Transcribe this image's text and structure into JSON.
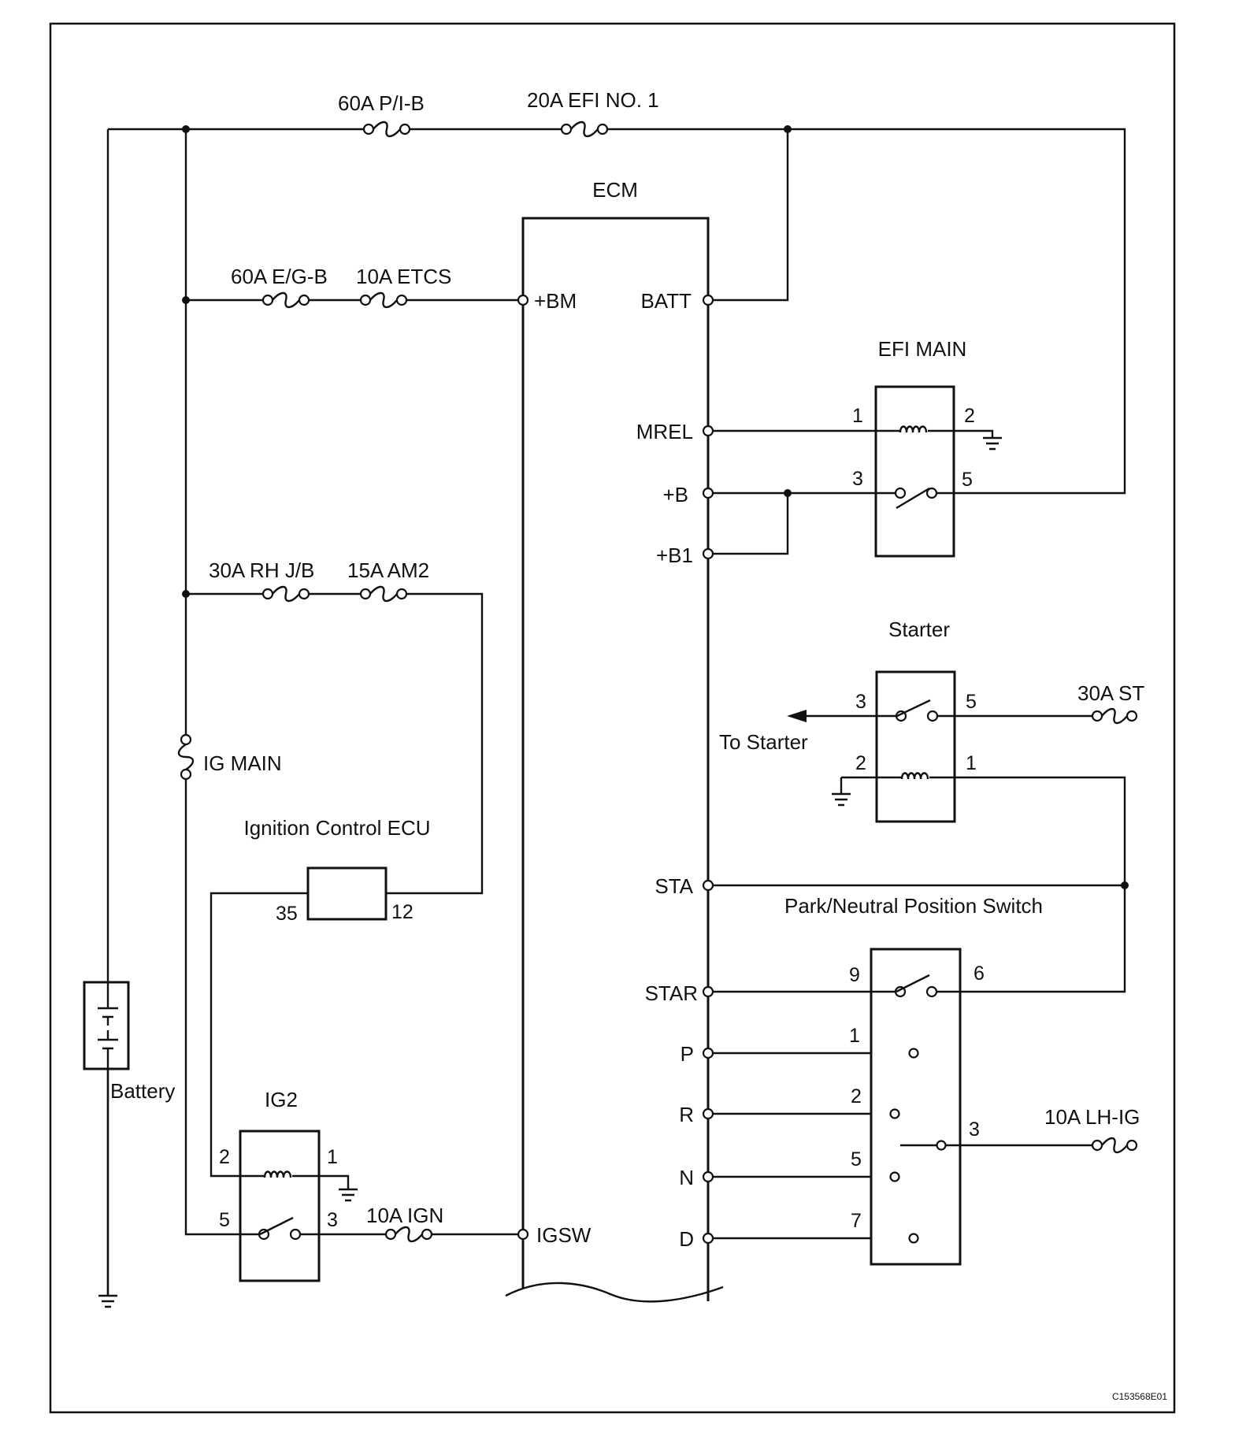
{
  "fuses": {
    "pib": "60A P/I-B",
    "efi1": "20A EFI NO. 1",
    "egb": "60A E/G-B",
    "etcs": "10A ETCS",
    "rhjb": "30A RH J/B",
    "am2": "15A AM2",
    "igmain": "IG MAIN",
    "ign": "10A IGN",
    "st": "30A ST",
    "lhig": "10A  LH-IG"
  },
  "ecm": {
    "title": "ECM",
    "pins": {
      "bm": "+BM",
      "batt": "BATT",
      "mrel": "MREL",
      "b": "+B",
      "b1": "+B1",
      "sta": "STA",
      "star": "STAR",
      "p": "P",
      "r": "R",
      "n": "N",
      "d": "D",
      "igsw": "IGSW"
    }
  },
  "efi_main": {
    "title": "EFI MAIN",
    "pins": [
      "1",
      "2",
      "3",
      "5"
    ]
  },
  "starter": {
    "title": "Starter",
    "pins": [
      "3",
      "5",
      "2",
      "1"
    ],
    "arrow_label": "To Starter"
  },
  "pnp": {
    "title": "Park/Neutral Position Switch",
    "pins": [
      "9",
      "6",
      "1",
      "2",
      "5",
      "7",
      "3"
    ]
  },
  "ign_ecu": {
    "title": "Ignition Control ECU",
    "pins": [
      "35",
      "12"
    ]
  },
  "ig2": {
    "title": "IG2",
    "pins": [
      "2",
      "1",
      "5",
      "3"
    ]
  },
  "battery": {
    "label": "Battery"
  },
  "figure_code": "C153568E01"
}
